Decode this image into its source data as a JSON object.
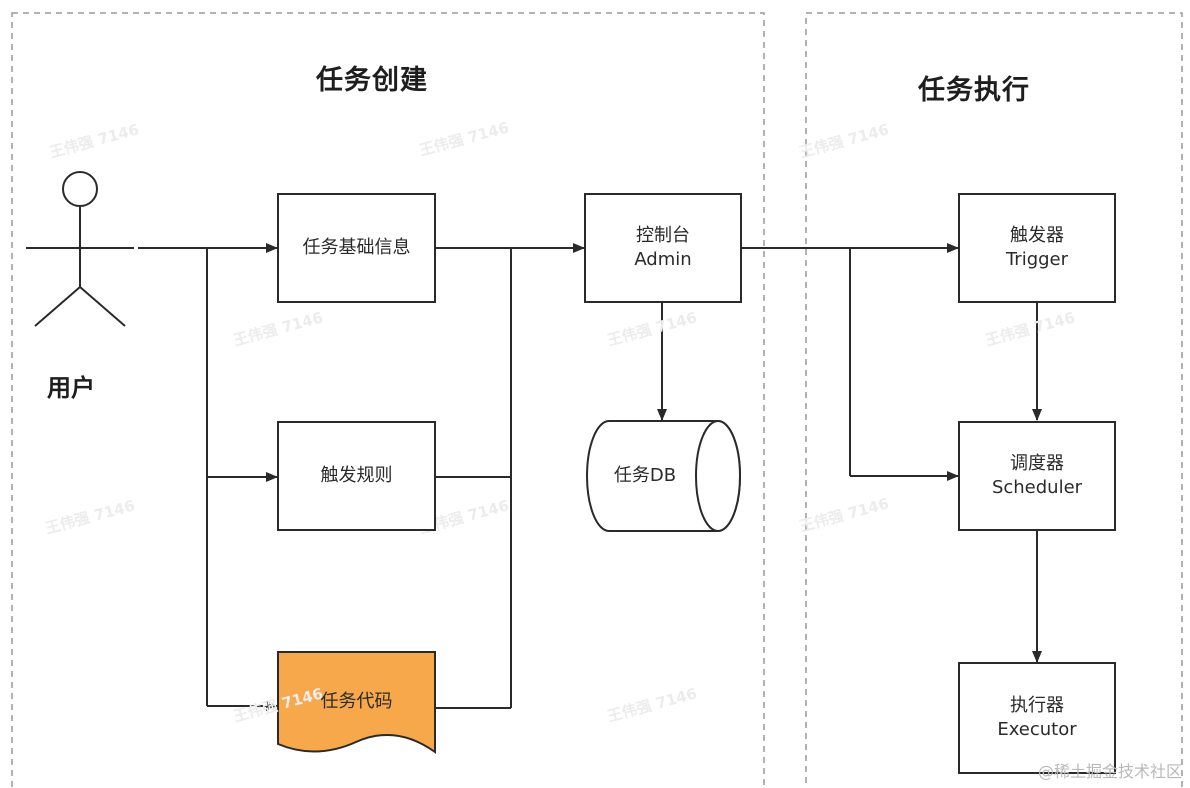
{
  "regions": {
    "creation_title": "任务创建",
    "execution_title": "任务执行"
  },
  "actor": {
    "label": "用户"
  },
  "nodes": {
    "basic_info": "任务基础信息",
    "trigger_rule": "触发规则",
    "task_code": "任务代码",
    "console_cn": "控制台",
    "console_en": "Admin",
    "task_db": "任务DB",
    "trigger_cn": "触发器",
    "trigger_en": "Trigger",
    "scheduler_cn": "调度器",
    "scheduler_en": "Scheduler",
    "executor_cn": "执行器",
    "executor_en": "Executor"
  },
  "watermark": "王伟强 7146",
  "credit": "@稀土掘金技术社区",
  "colors": {
    "task_code_fill": "#f7a84a",
    "stroke": "#2a2a2a",
    "dashed_border": "#9a9a9a"
  }
}
